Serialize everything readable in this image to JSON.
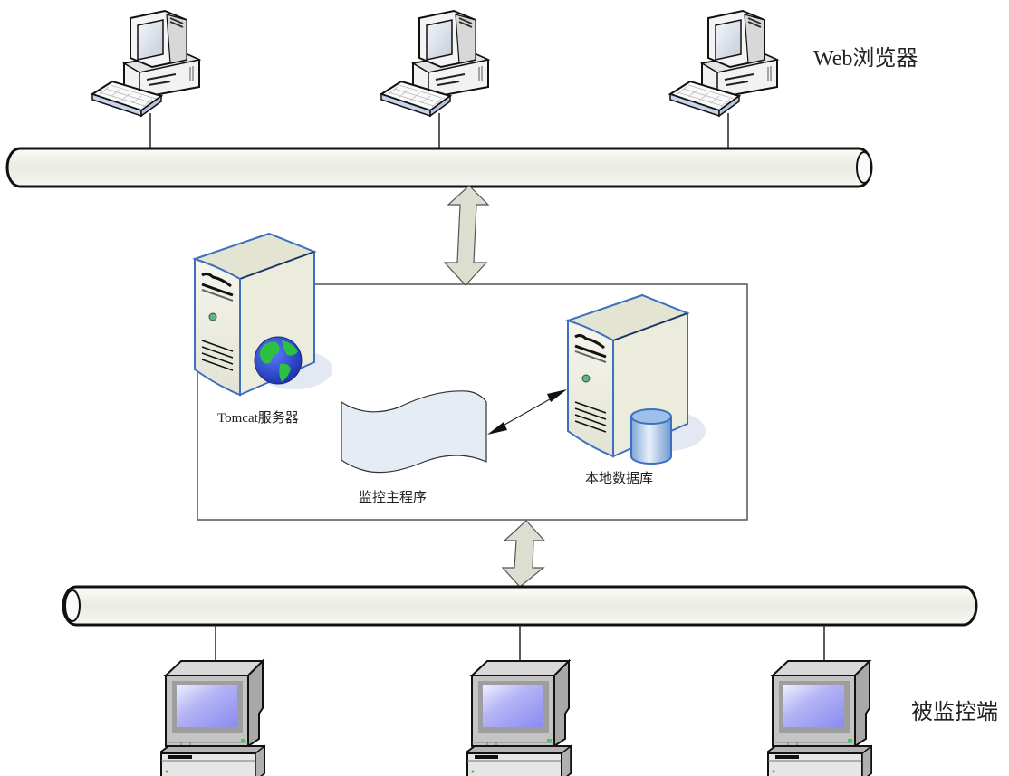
{
  "labels": {
    "web_browser": "Web浏览器",
    "tomcat_server": "Tomcat服务器",
    "monitor_program": "监控主程序",
    "local_database": "本地数据库",
    "monitored_clients": "被监控端"
  },
  "nodes": {
    "web_browsers": [
      {
        "name": "browser-client-1",
        "icon": "desktop-computer-icon"
      },
      {
        "name": "browser-client-2",
        "icon": "desktop-computer-icon"
      },
      {
        "name": "browser-client-3",
        "icon": "desktop-computer-icon"
      }
    ],
    "monitored_terminals": [
      {
        "name": "monitored-terminal-1",
        "icon": "terminal-computer-icon"
      },
      {
        "name": "monitored-terminal-2",
        "icon": "terminal-computer-icon"
      },
      {
        "name": "monitored-terminal-3",
        "icon": "terminal-computer-icon"
      }
    ]
  },
  "connections": [
    {
      "from": "web-browser-bus",
      "to": "server-box",
      "type": "bidirectional-block-arrow"
    },
    {
      "from": "server-box",
      "to": "monitored-bus",
      "type": "bidirectional-block-arrow"
    },
    {
      "from": "monitor-program",
      "to": "local-database",
      "type": "bidirectional-line-arrow"
    }
  ],
  "colors": {
    "pipe_fill": "#eeeee8",
    "arrow_fill": "#dcdfd0",
    "server_body": "#ecece0",
    "server_outline": "#3f6fbf",
    "document_fill": "#e6ecf6",
    "screen_fill": "#a8a8f0",
    "terminal_body": "#c8c8c8",
    "globe_land": "#22aa44",
    "globe_sea": "#2244cc",
    "db_fill": "#8cb4e0"
  }
}
